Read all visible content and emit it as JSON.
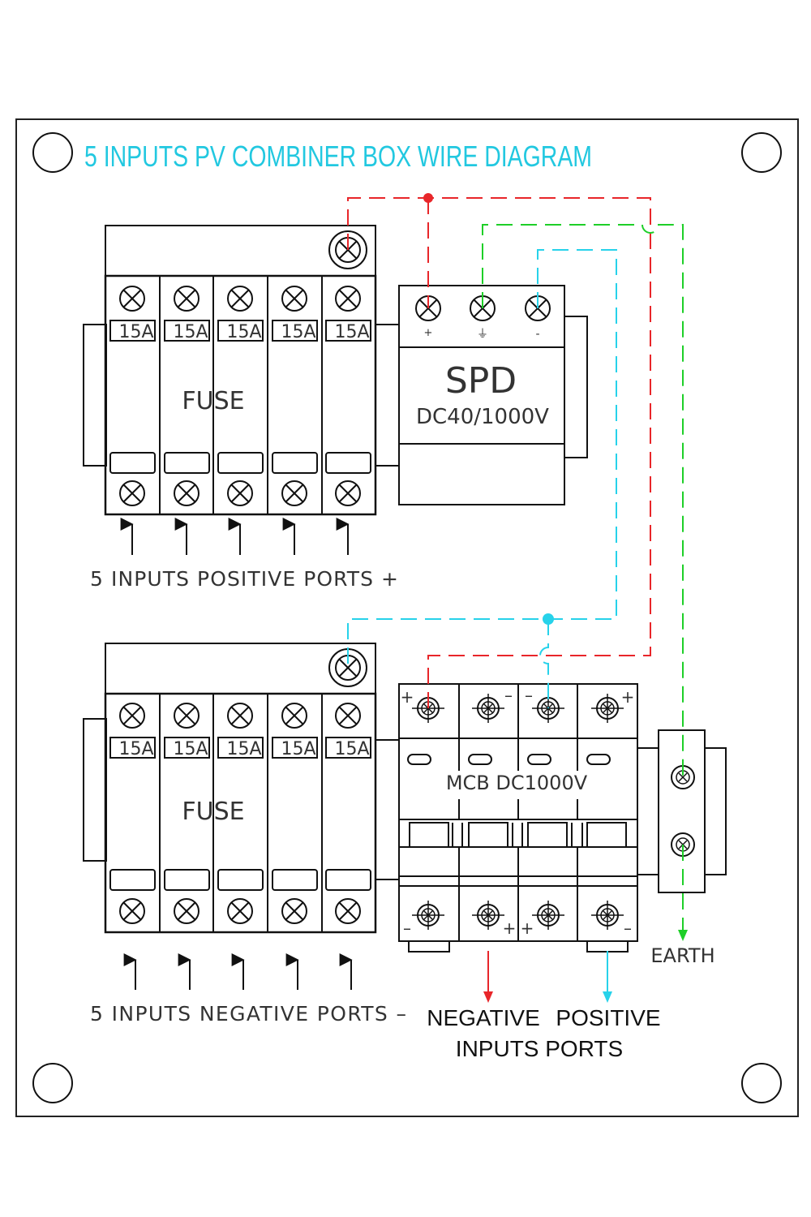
{
  "title": "5 INPUTS PV COMBINER BOX WIRE DIAGRAM",
  "colors": {
    "title": "#22c8e0",
    "positive_wire": "#e8262a",
    "negative_wire": "#27d2ea",
    "earth_wire": "#1ecf28",
    "outline": "#111111"
  },
  "fuse_top": {
    "ratings": [
      "15A",
      "15A",
      "15A",
      "15A",
      "15A"
    ],
    "label": "FUSE",
    "inputs_label": "5 INPUTS POSITIVE PORTS +"
  },
  "fuse_bottom": {
    "ratings": [
      "15A",
      "15A",
      "15A",
      "15A",
      "15A"
    ],
    "label": "FUSE",
    "inputs_label": "5 INPUTS NEGATIVE PORTS –"
  },
  "spd": {
    "label": "SPD",
    "rating": "DC40/1000V",
    "terminals": [
      "+",
      "⏚",
      "-"
    ]
  },
  "mcb": {
    "label": "MCB DC1000V",
    "top_marks": [
      "+",
      "–",
      "–",
      "+"
    ],
    "bottom_marks": [
      "–",
      "+",
      "+",
      "–"
    ]
  },
  "earth_label": "EARTH",
  "outputs": {
    "negative": "NEGATIVE",
    "positive": "POSITIVE",
    "ports": "INPUTS PORTS"
  }
}
